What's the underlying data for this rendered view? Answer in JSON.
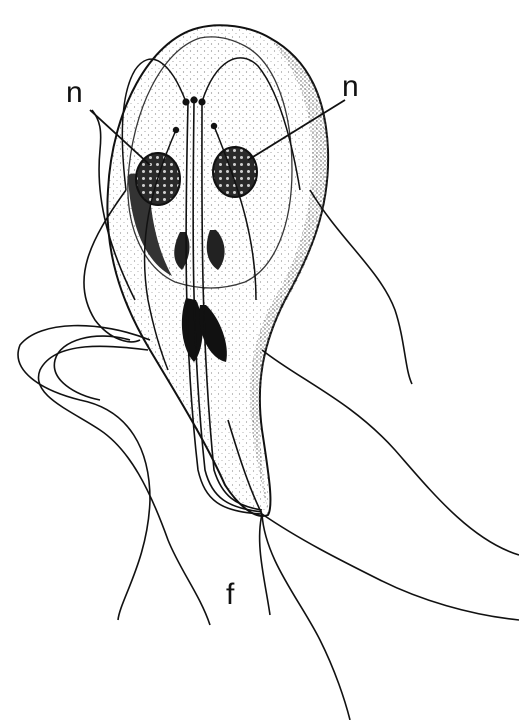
{
  "labels": {
    "nucleus_left": "n",
    "nucleus_right": "n",
    "flagellum": "f"
  },
  "colors": {
    "ink": "#111111",
    "stipple": "#8a8a8a",
    "shade": "#3a3a3a",
    "background": "#ffffff"
  }
}
